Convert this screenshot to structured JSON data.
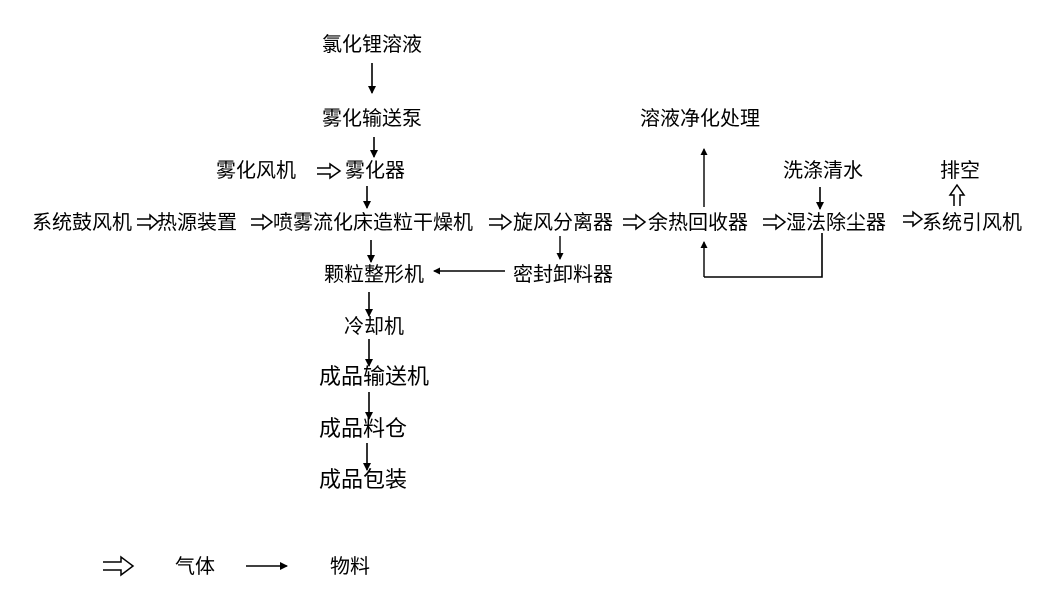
{
  "nodes": {
    "licl_solution": "氯化锂溶液",
    "atomizer_pump": "雾化输送泵",
    "atomizer_fan": "雾化风机",
    "atomizer": "雾化器",
    "system_blower": "系统鼓风机",
    "heat_source": "热源装置",
    "spray_dryer": "喷雾流化床造粒干燥机",
    "cyclone": "旋风分离器",
    "heat_recovery": "余热回收器",
    "wet_dust_collector": "湿法除尘器",
    "system_induced_fan": "系统引风机",
    "solution_purification": "溶液净化处理",
    "washing_water": "洗涤清水",
    "exhaust": "排空",
    "sealed_discharger": "密封卸料器",
    "granule_shaper": "颗粒整形机",
    "cooler": "冷却机",
    "product_conveyor": "成品输送机",
    "product_silo": "成品料仓",
    "product_packaging": "成品包装"
  },
  "legend": {
    "gas_label": "气体",
    "material_label": "物料"
  }
}
